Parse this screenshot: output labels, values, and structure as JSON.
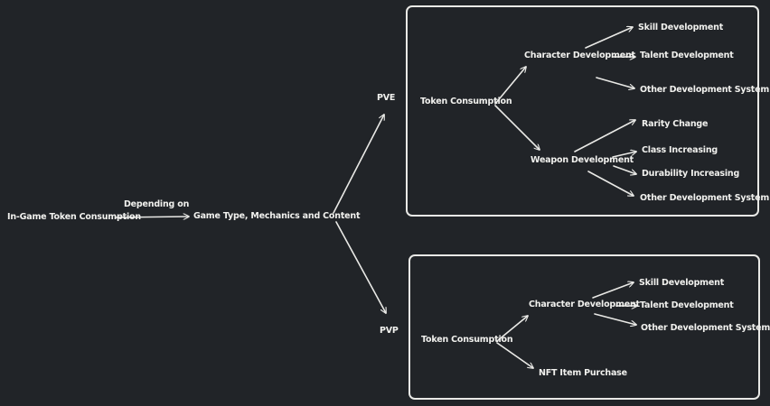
{
  "colors": {
    "background": "#212428",
    "stroke": "#e9e9e6",
    "text": "#f1f1ee"
  },
  "root": {
    "source": "In-Game Token Consumption",
    "edge_label": "Depending on",
    "target": "Game Type, Mechanics and Content"
  },
  "pve": {
    "label": "PVE",
    "token": "Token Consumption",
    "character": {
      "label": "Character Development",
      "children": [
        "Skill Development",
        "Talent Development",
        "Other Development System"
      ]
    },
    "weapon": {
      "label": "Weapon Development",
      "children": [
        "Rarity Change",
        "Class Increasing",
        "Durability Increasing",
        "Other Development System"
      ]
    }
  },
  "pvp": {
    "label": "PVP",
    "token": "Token Consumption",
    "character": {
      "label": "Character Development",
      "children": [
        "Skill Development",
        "Talent Development",
        "Other Development System"
      ]
    },
    "nft": "NFT Item Purchase"
  }
}
